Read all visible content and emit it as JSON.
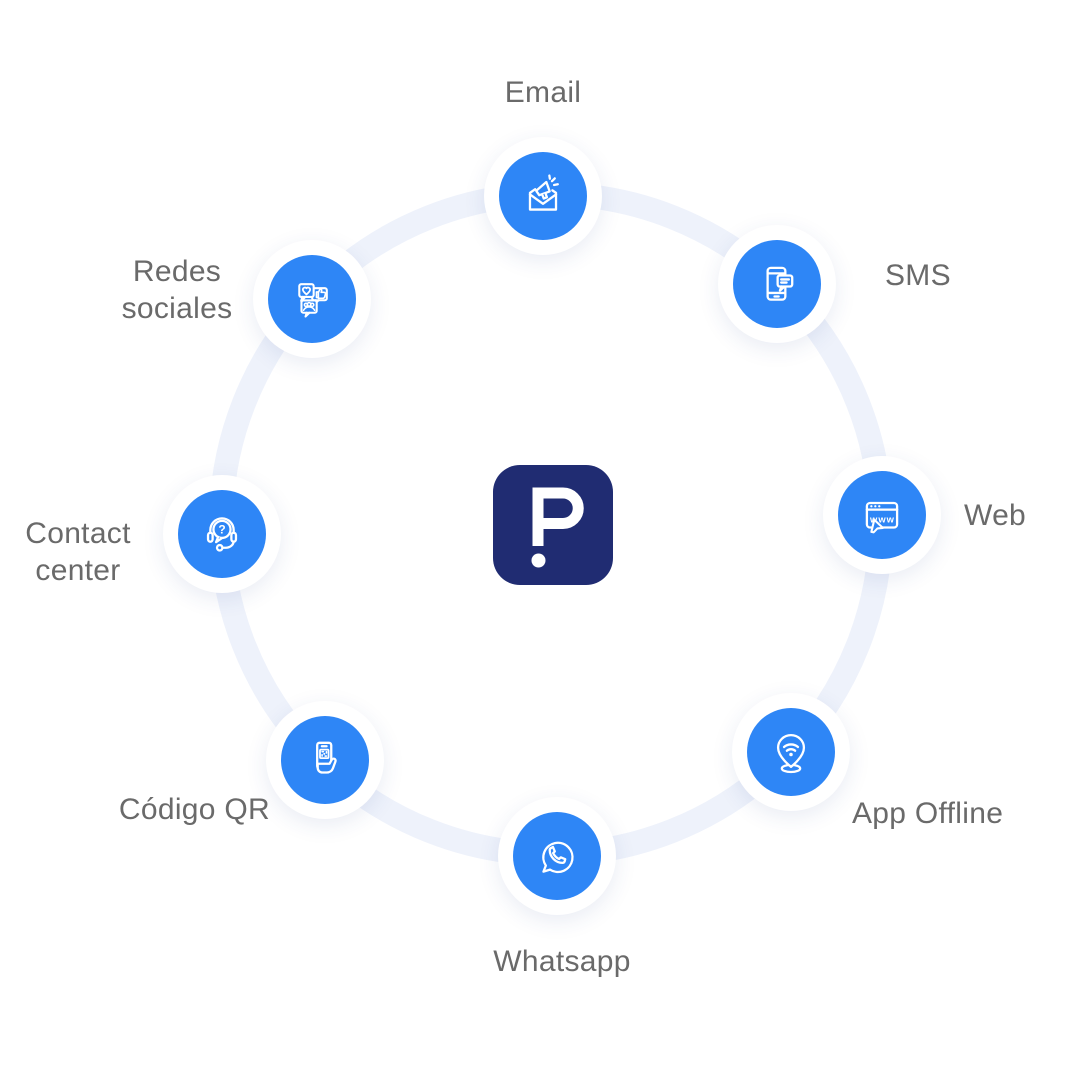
{
  "colors": {
    "node_blue": "#2E86F6",
    "logo_navy": "#202C72",
    "ring_light": "#EEF2FB",
    "label_gray": "#6A6A6A",
    "icon_white": "#FFFFFF",
    "background": "#FFFFFF"
  },
  "center": {
    "logo_icon": "p-question-mark-logo"
  },
  "nodes": [
    {
      "id": "email",
      "label": "Email",
      "icon": "email-campaign-icon"
    },
    {
      "id": "sms",
      "label": "SMS",
      "icon": "sms-phone-icon"
    },
    {
      "id": "web",
      "label": "Web",
      "icon": "web-browser-icon"
    },
    {
      "id": "app-offline",
      "label": "App Offline",
      "icon": "location-pin-wifi-icon"
    },
    {
      "id": "whatsapp",
      "label": "Whatsapp",
      "icon": "whatsapp-icon"
    },
    {
      "id": "qr",
      "label": "Código QR",
      "icon": "qr-scan-phone-icon"
    },
    {
      "id": "contact-center",
      "label": "Contact\ncenter",
      "icon": "support-headset-icon"
    },
    {
      "id": "redes-sociales",
      "label": "Redes\nsociales",
      "icon": "social-bubbles-icon"
    }
  ],
  "icon_texts": {
    "web_www": "www",
    "contact_question": "?"
  }
}
